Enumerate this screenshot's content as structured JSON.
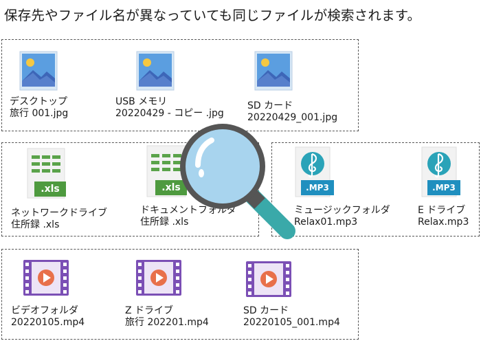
{
  "headline": "保存先やファイル名が異なっていても同じファイルが検索されます。",
  "colors": {
    "image_sky": "#4a90d9",
    "image_mountain": "#3d66b8",
    "sun": "#f5c842",
    "spreadsheet_green": "#5aa34a",
    "audio_teal": "#2aa3b8",
    "video_purple": "#7b4fb5",
    "play_orange": "#e8704a",
    "lens": "#a8d4ee",
    "magnifier_rim": "#555555",
    "magnifier_handle": "#3aa9a9"
  },
  "groups": [
    {
      "name": "images",
      "files": [
        {
          "icon": "image-file-icon",
          "location": "デスクトップ",
          "filename": "旅行 001.jpg"
        },
        {
          "icon": "image-file-icon",
          "location": "USB メモリ",
          "filename": "20220429 - コピー .jpg"
        },
        {
          "icon": "image-file-icon",
          "location": "SD カード",
          "filename": "20220429_001.jpg"
        }
      ]
    },
    {
      "name": "spreadsheets",
      "files": [
        {
          "icon": "xls-file-icon",
          "badge": ".xls",
          "location": "ネットワークドライブ",
          "filename": "住所録 .xls"
        },
        {
          "icon": "xls-file-icon",
          "badge": ".xls",
          "location": "ドキュメントフォルダ",
          "filename": "住所録 .xls"
        }
      ]
    },
    {
      "name": "audio",
      "files": [
        {
          "icon": "mp3-file-icon",
          "badge": ".MP3",
          "location": "ミュージックフォルダ",
          "filename": "Relax01.mp3"
        },
        {
          "icon": "mp3-file-icon",
          "badge": ".MP3",
          "location": "E ドライブ",
          "filename": "Relax.mp3"
        }
      ]
    },
    {
      "name": "video",
      "files": [
        {
          "icon": "video-file-icon",
          "location": "ビデオフォルダ",
          "filename": "20220105.mp4"
        },
        {
          "icon": "video-file-icon",
          "location": "Z ドライブ",
          "filename": "旅行 202201.mp4"
        },
        {
          "icon": "video-file-icon",
          "location": "SD カード",
          "filename": "20220105_001.mp4"
        }
      ]
    }
  ],
  "magnifier_icon": "magnifier-icon"
}
